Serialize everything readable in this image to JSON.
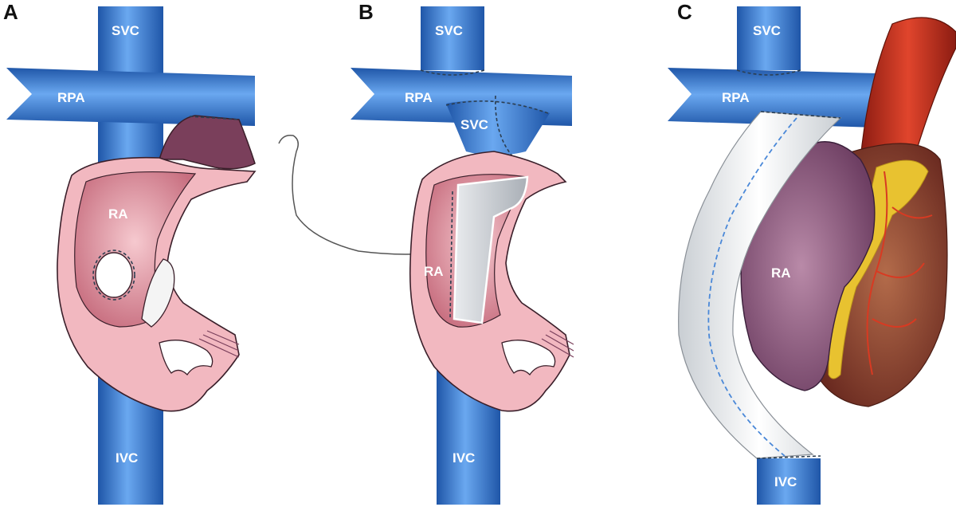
{
  "figure": {
    "panels": [
      {
        "letter": "A",
        "labels": {
          "svc": "SVC",
          "rpa": "RPA",
          "ra": "RA",
          "ivc": "IVC"
        }
      },
      {
        "letter": "B",
        "labels": {
          "svc_top": "SVC",
          "rpa": "RPA",
          "svc_mid": "SVC",
          "ra": "RA",
          "ivc": "IVC"
        }
      },
      {
        "letter": "C",
        "labels": {
          "svc": "SVC",
          "rpa": "RPA",
          "ra": "RA",
          "ivc": "IVC"
        }
      }
    ],
    "colors": {
      "vein_blue": "#2f6fc6",
      "vein_blue_light": "#5d9be8",
      "atrium_pink": "#f2b8c0",
      "atrium_dark": "#7a4056",
      "conduit_white": "#eef0f2",
      "aorta_red": "#c8311e",
      "heart_brown": "#8a3a2a",
      "fat_yellow": "#e8c230"
    }
  }
}
